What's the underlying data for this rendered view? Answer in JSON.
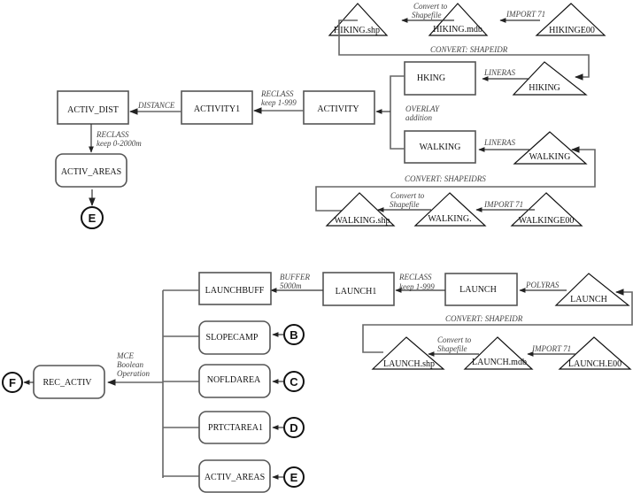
{
  "diagram": {
    "hiking_chain": {
      "e00": "HIKINGE00",
      "mdb": "HIKING.mdb",
      "shp": "HIKING.shp",
      "raster_tri": "HIKING",
      "raster_box": "HKING",
      "op_import": "IMPORT 71",
      "op_convert_1": "Convert to",
      "op_convert_2": "Shapefile",
      "op_shapeidr": "CONVERT: SHAPEIDR",
      "op_lineras": "LINERAS"
    },
    "walking_chain": {
      "e00": "WALKINGE00",
      "mdb": "WALKING.",
      "shp": "WALKING.shp",
      "raster_tri": "WALKING",
      "raster_box": "WALKING",
      "op_import": "IMPORT 71",
      "op_convert_1": "Convert to",
      "op_convert_2": "Shapefile",
      "op_shapeidr": "CONVERT: SHAPEIDRS",
      "op_lineras": "LINERAS"
    },
    "activity_chain": {
      "overlay_1": "OVERLAY",
      "overlay_2": "addition",
      "activity": "ACTIVITY",
      "reclass_1": "RECLASS",
      "reclass_2": "keep 1-999",
      "activity1": "ACTIVITY1",
      "distance": "DISTANCE",
      "activ_dist": "ACTIV_DIST",
      "reclass2_1": "RECLASS",
      "reclass2_2": "keep 0-2000m",
      "activ_areas": "ACTIV_AREAS",
      "connector": "E"
    },
    "launch_chain": {
      "e00": "LAUNCH.E00",
      "mdb": "LAUNCH.mdb",
      "shp": "LAUNCH.shp",
      "raster_tri": "LAUNCH",
      "launch": "LAUNCH",
      "launch1": "LAUNCH1",
      "launchbuff": "LAUNCHBUFF",
      "op_import": "IMPORT 71",
      "op_convert_1": "Convert to",
      "op_convert_2": "Shapefile",
      "op_shapeidr": "CONVERT: SHAPEIDR",
      "op_polyras": "POLYRAS",
      "op_reclass_1": "RECLASS",
      "op_reclass_2": "keep 1-999",
      "op_buffer_1": "BUFFER",
      "op_buffer_2": "5000m"
    },
    "mce": {
      "inputs": [
        {
          "name": "SLOPECAMP",
          "connector": "B"
        },
        {
          "name": "NOFLDAREA",
          "connector": "C"
        },
        {
          "name": "PRTCTAREA1",
          "connector": "D"
        },
        {
          "name": "ACTIV_AREAS",
          "connector": "E"
        }
      ],
      "op_1": "MCE",
      "op_2": "Boolean",
      "op_3": "Operation",
      "output": "REC_ACTIV",
      "output_connector": "F"
    }
  }
}
